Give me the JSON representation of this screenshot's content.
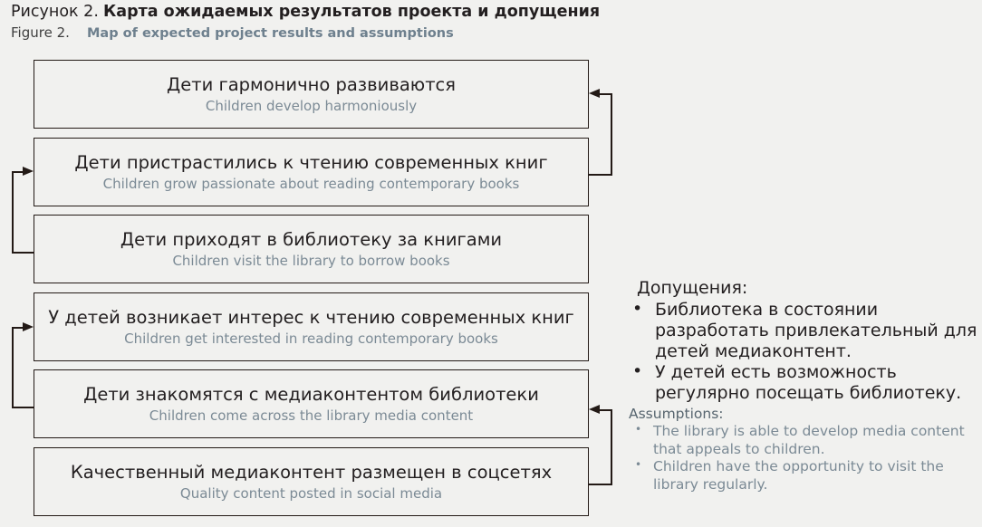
{
  "caption": {
    "ru_prefix": "Рисунок 2.",
    "ru_title": "Карта ожидаемых результатов проекта и допущения",
    "en_prefix": "Figure 2.",
    "en_title": "Map of expected project results and assumptions"
  },
  "colors": {
    "page_background": "#f1f1ef",
    "box_border": "#231a16",
    "primary_text": "#231f20",
    "secondary_text": "#7b8a95",
    "heading_accent": "#6e808e"
  },
  "diagram": {
    "type": "results-chain-flowchart",
    "direction": "bottom-to-top",
    "nodes": [
      {
        "id": "node-1",
        "ru": "Дети гармонично развиваются",
        "en": "Children develop harmoniously"
      },
      {
        "id": "node-2",
        "ru": "Дети пристрастились к чтению современных книг",
        "en": "Children grow passionate about reading contemporary books"
      },
      {
        "id": "node-3",
        "ru": "Дети приходят в библиотеку за книгами",
        "en": "Children visit the library to borrow books"
      },
      {
        "id": "node-4",
        "ru": "У детей возникает интерес к чтению современных книг",
        "en": "Children get interested in reading contemporary books"
      },
      {
        "id": "node-5",
        "ru": "Дети знакомятся с медиаконтентом библиотеки",
        "en": "Children come across the library media content"
      },
      {
        "id": "node-6",
        "ru": "Качественный медиаконтент размещен в соцсетях",
        "en": "Quality content posted in social media"
      }
    ],
    "connectors": [
      {
        "id": "conn-2-to-1",
        "from": "node-2",
        "to": "node-1",
        "side": "right"
      },
      {
        "id": "conn-3-to-2",
        "from": "node-3",
        "to": "node-2",
        "side": "left"
      },
      {
        "id": "conn-5-to-4",
        "from": "node-5",
        "to": "node-4",
        "side": "left"
      },
      {
        "id": "conn-6-to-5",
        "from": "node-6",
        "to": "node-5",
        "side": "right"
      }
    ]
  },
  "assumptions": {
    "ru_heading": "Допущения:",
    "ru_items": [
      "Библиотека в состоянии разработать привлекательный для детей медиаконтент.",
      "У детей есть возможность регулярно посещать библиотеку."
    ],
    "en_heading": "Assumptions:",
    "en_items": [
      "The library is able to develop media content that appeals to children.",
      "Children have the opportunity to visit the library regularly."
    ],
    "bullet_glyph": "•"
  }
}
